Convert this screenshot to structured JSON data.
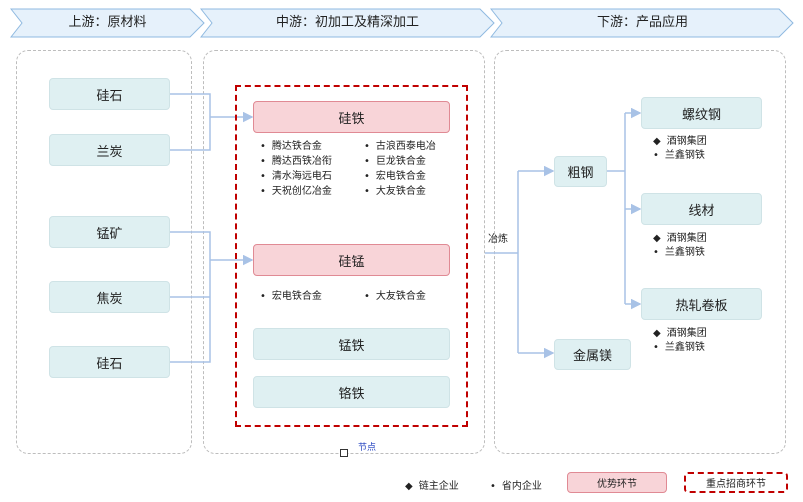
{
  "stages": {
    "upstream": "上游：原材料",
    "midstream": "中游：初加工及精深加工",
    "downstream": "下游：产品应用"
  },
  "upstream_items": [
    "硅石",
    "兰炭",
    "锰矿",
    "焦炭",
    "硅石"
  ],
  "mid": {
    "silicon_iron": {
      "label": "硅铁",
      "companies_left": [
        "腾达铁合金",
        "腾达西铁冶衔",
        "清水海远电石",
        "天祝创亿冶金"
      ],
      "companies_right": [
        "古浪西泰电冶",
        "巨龙铁合金",
        "宏电铁合金",
        "大友铁合金"
      ]
    },
    "silicon_manganese": {
      "label": "硅锰",
      "companies_left": [
        "宏电铁合金"
      ],
      "companies_right": [
        "大友铁合金"
      ]
    },
    "manganese_iron": "锰铁",
    "chrome_iron": "铬铁",
    "node_label": "节点"
  },
  "process_label": "冶炼",
  "down": {
    "crude_steel": "粗钢",
    "magnesium": "金属镁",
    "rebar": {
      "label": "螺纹钢",
      "companies": [
        {
          "mark": "◆",
          "name": "酒钢集团"
        },
        {
          "mark": "•",
          "name": "兰鑫钢铁"
        }
      ]
    },
    "wire": {
      "label": "线材",
      "companies": [
        {
          "mark": "◆",
          "name": "酒钢集团"
        },
        {
          "mark": "•",
          "name": "兰鑫钢铁"
        }
      ]
    },
    "hot_coil": {
      "label": "热轧卷板",
      "companies": [
        {
          "mark": "◆",
          "name": "酒钢集团"
        },
        {
          "mark": "•",
          "name": "兰鑫钢铁"
        }
      ]
    }
  },
  "legend": {
    "chain_leader": {
      "mark": "◆",
      "label": "链主企业"
    },
    "provincial": {
      "mark": "•",
      "label": "省内企业"
    },
    "advantage": "优势环节",
    "key_investment": "重点招商环节"
  },
  "colors": {
    "stage_fill": "#e6f1fb",
    "stage_stroke": "#8fb9e0",
    "box_blue": "#dff0f2",
    "box_pink": "#f8d4d8",
    "frame_red": "#c00000",
    "connector": "#a8c2e6"
  }
}
